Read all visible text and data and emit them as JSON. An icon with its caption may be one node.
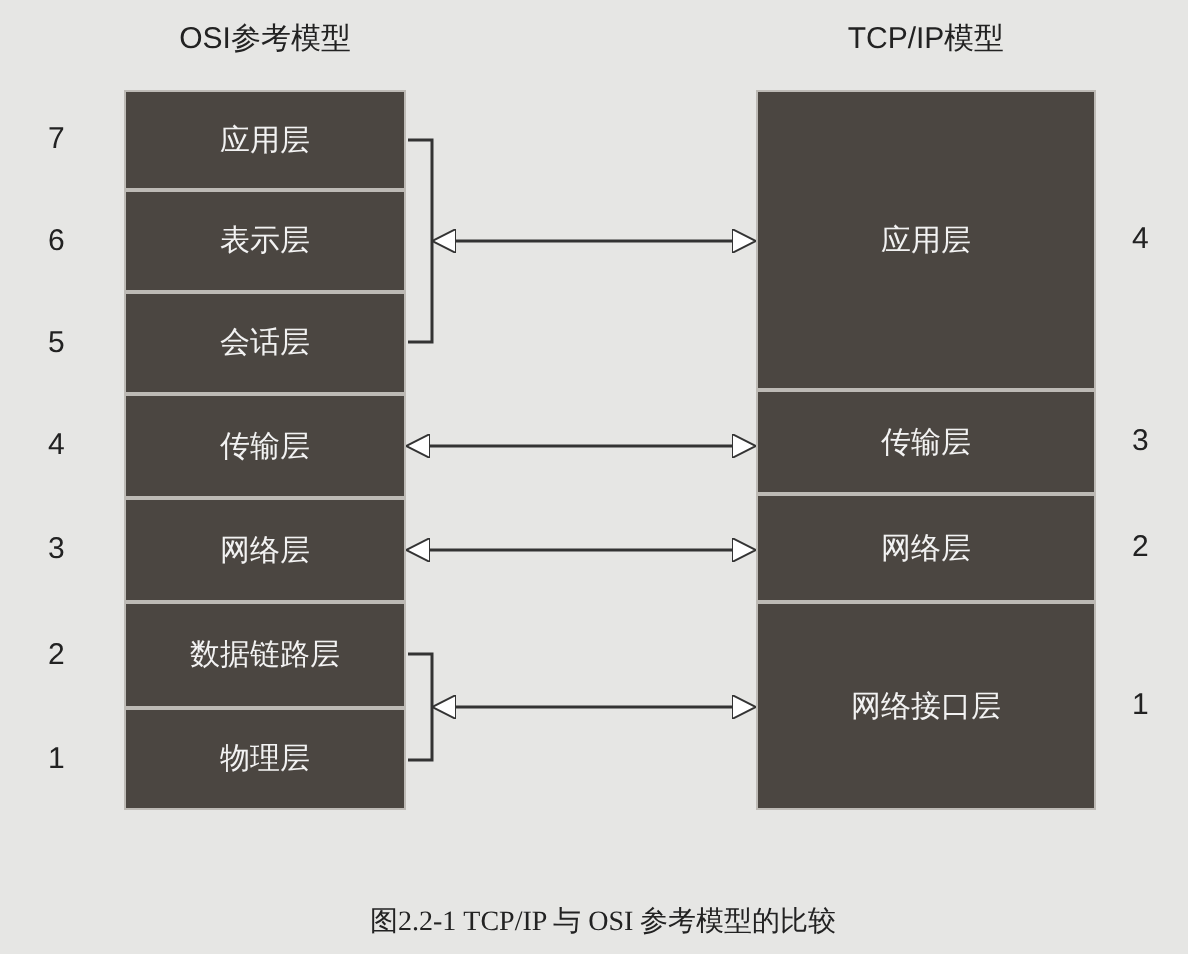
{
  "diagram": {
    "caption": "图2.2-1 TCP/IP 与 OSI 参考模型的比较",
    "nodes": [
      {
        "text": [
          "应用层"
        ],
        "beside": [
          "7"
        ]
      },
      {
        "text": [
          "表示层"
        ],
        "beside": [
          "6"
        ]
      },
      {
        "text": [
          "会话层"
        ],
        "beside": [
          "5"
        ]
      },
      {
        "text": [
          "传输层"
        ],
        "beside": [
          "4"
        ]
      },
      {
        "text": [
          "网络层"
        ],
        "beside": [
          "3"
        ]
      },
      {
        "text": [
          "数据链路层"
        ],
        "beside": [
          "2"
        ]
      },
      {
        "text": [
          "物理层"
        ],
        "beside": [
          "1"
        ]
      },
      {
        "text": [
          "应用层"
        ],
        "beside": [
          "4"
        ]
      },
      {
        "text": [
          "传输层"
        ],
        "beside": [
          "3"
        ]
      },
      {
        "text": [
          "网络层"
        ],
        "beside": [
          "2"
        ]
      },
      {
        "text": [
          "网络接口层"
        ],
        "beside": [
          "1"
        ]
      },
      {
        "text": [],
        "shape": "bracket"
      },
      {
        "text": [],
        "shape": "bracket"
      }
    ],
    "edges": [
      {
        "from": 11,
        "to": 7,
        "arrow": "both"
      },
      {
        "from": 3,
        "to": 8,
        "arrow": "both"
      },
      {
        "from": 4,
        "to": 9,
        "arrow": "both"
      },
      {
        "from": 12,
        "to": 10,
        "arrow": "both"
      }
    ],
    "labels": [
      "OSI参考模型",
      "TCP/IP模型"
    ]
  }
}
